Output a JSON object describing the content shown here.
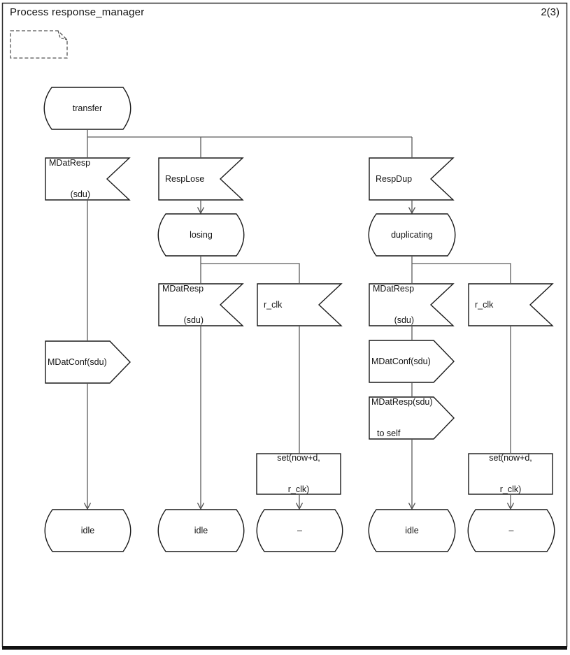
{
  "header": {
    "title": "Process response_manager",
    "page_indicator": "2(3)"
  },
  "nodes": {
    "transfer": {
      "label": "transfer"
    },
    "col_left": {
      "input_mdatresp": {
        "line1": "MDatResp",
        "line2": "(sdu)"
      },
      "output_mdatconf": {
        "label": "MDatConf(sdu)"
      },
      "state_idle": {
        "label": "idle"
      }
    },
    "col_lose": {
      "input_resplose": {
        "label": "RespLose"
      },
      "state_losing": {
        "label": "losing"
      },
      "input_mdatresp": {
        "line1": "MDatResp",
        "line2": "(sdu)"
      },
      "input_rclk": {
        "label": "r_clk"
      },
      "task_set": {
        "line1": "set(now+d,",
        "line2": "r_clk)"
      },
      "state_idle": {
        "label": "idle"
      },
      "state_same": {
        "label": "–"
      }
    },
    "col_dup": {
      "input_respdup": {
        "label": "RespDup"
      },
      "state_duplicating": {
        "label": "duplicating"
      },
      "input_mdatresp": {
        "line1": "MDatResp",
        "line2": "(sdu)"
      },
      "input_rclk": {
        "label": "r_clk"
      },
      "output_mdatconf": {
        "label": "MDatConf(sdu)"
      },
      "output_mdatresp_self": {
        "line1": "MDatResp(sdu)",
        "line2": "to self"
      },
      "task_set": {
        "line1": "set(now+d,",
        "line2": "r_clk)"
      },
      "state_idle": {
        "label": "idle"
      },
      "state_same": {
        "label": "–"
      }
    }
  },
  "colors": {
    "shape_stroke": "#1a1a1a",
    "connector": "#5c5c5c",
    "frame": "#2a2a2a"
  }
}
